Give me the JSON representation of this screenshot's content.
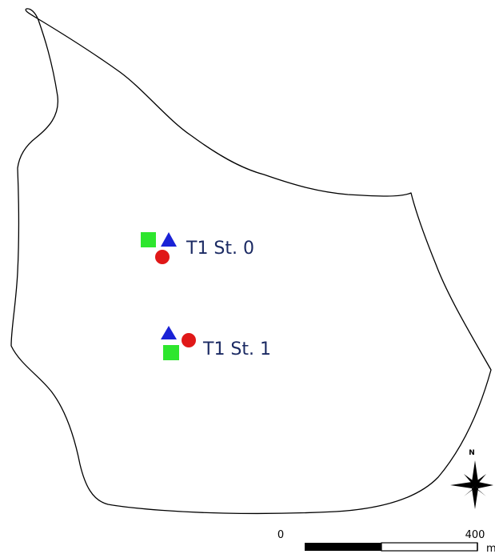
{
  "stations": [
    {
      "label": "T1 St. 0",
      "markers": [
        "green-square",
        "blue-triangle",
        "red-circle"
      ]
    },
    {
      "label": "T1 St. 1",
      "markers": [
        "blue-triangle",
        "red-circle",
        "green-square"
      ]
    }
  ],
  "north_arrow": {
    "label": "N",
    "icon": "compass-rose-icon"
  },
  "scale_bar": {
    "start_label": "0",
    "end_label": "400",
    "unit_label": "m"
  },
  "colors": {
    "boundary": "#000000",
    "square": "#2ee62e",
    "triangle": "#1a22d6",
    "circle": "#e01818",
    "label_text": "#1b2a63"
  }
}
